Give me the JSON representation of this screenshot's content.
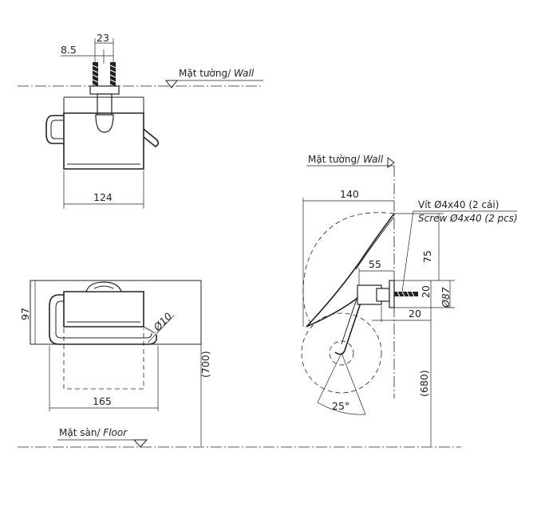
{
  "top_view": {
    "dim_23": "23",
    "dim_8_5": "8.5",
    "wall_label_vi": "Mặt tường/ ",
    "wall_label_en": "Wall",
    "dim_124": "124"
  },
  "front_view": {
    "dim_97": "97",
    "dim_165": "165",
    "dim_dia10": "Ø10",
    "dim_700": "(700)"
  },
  "floor": {
    "label_vi": "Mặt sàn/ ",
    "label_en": "Floor"
  },
  "side_view": {
    "wall_label_vi": "Mặt tường/ ",
    "wall_label_en": "Wall",
    "dim_140": "140",
    "screw_vi": "Vít Ø4x40 (2 cái)",
    "screw_en": "Screw Ø4x40 (2 pcs)",
    "dim_75": "75",
    "dim_55": "55",
    "dim_20_vertical": "20",
    "dim_dia87": "Ø87",
    "dim_20_horizontal": "20",
    "dim_680": "(680)",
    "angle_25": "25°"
  }
}
